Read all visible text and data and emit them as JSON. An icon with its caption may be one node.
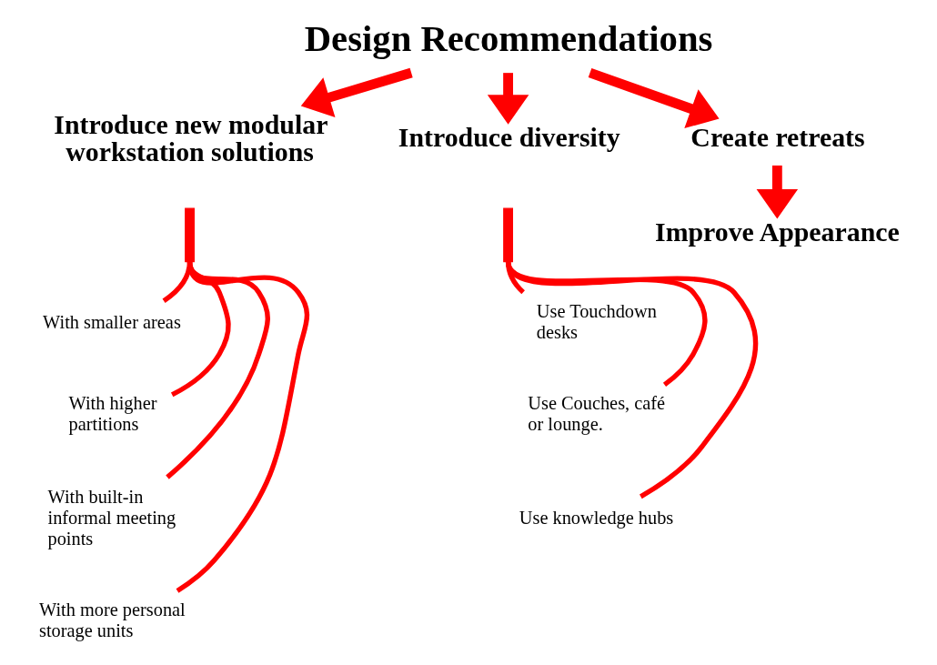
{
  "diagram": {
    "nodes": [
      {
        "text": [
          "Design Recommendations"
        ]
      },
      {
        "text": [
          "Introduce new modular workstation solutions"
        ]
      },
      {
        "text": [
          "Introduce diversity"
        ]
      },
      {
        "text": [
          "Create retreats"
        ]
      },
      {
        "text": [],
        "shape": "bar"
      },
      {
        "text": [
          "With smaller areas"
        ]
      },
      {
        "text": [
          "With higher partitions"
        ]
      },
      {
        "text": [
          "With built-in informal meeting points"
        ]
      },
      {
        "text": [
          "With more personal storage units"
        ]
      },
      {
        "text": [],
        "shape": "bar"
      },
      {
        "text": [
          "Use Touchdown desks"
        ]
      },
      {
        "text": [
          "Use Couches, café or lounge."
        ]
      },
      {
        "text": [
          "Use knowledge hubs"
        ]
      },
      {
        "text": [
          "Improve Appearance"
        ]
      }
    ],
    "edges": [
      {
        "from": 0,
        "to": 1,
        "arrow": "to",
        "style": "thick"
      },
      {
        "from": 0,
        "to": 2,
        "arrow": "to",
        "style": "thick"
      },
      {
        "from": 0,
        "to": 3,
        "arrow": "to",
        "style": "thick"
      },
      {
        "from": 3,
        "to": 13,
        "arrow": "to",
        "style": "thick"
      },
      {
        "from": 4,
        "to": 5,
        "arrow": "none"
      },
      {
        "from": 4,
        "to": 6,
        "arrow": "none"
      },
      {
        "from": 4,
        "to": 7,
        "arrow": "none"
      },
      {
        "from": 4,
        "to": 8,
        "arrow": "none"
      },
      {
        "from": 9,
        "to": 10,
        "arrow": "none"
      },
      {
        "from": 9,
        "to": 11,
        "arrow": "none"
      },
      {
        "from": 9,
        "to": 12,
        "arrow": "none"
      }
    ]
  }
}
